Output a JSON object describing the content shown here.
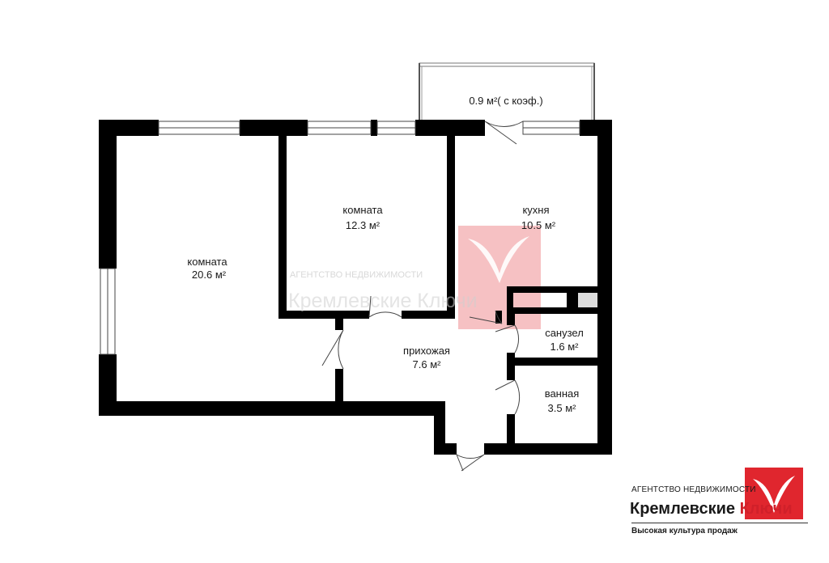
{
  "rooms": {
    "balcony": {
      "area": "0.9 м²( с коэф.)"
    },
    "room_large": {
      "name": "комната",
      "area": "20.6 м²"
    },
    "room_small": {
      "name": "комната",
      "area": "12.3 м²"
    },
    "kitchen": {
      "name": "кухня",
      "area": "10.5 м²"
    },
    "hallway": {
      "name": "прихожая",
      "area": "7.6 м²"
    },
    "toilet": {
      "name": "санузел",
      "area": "1.6 м²"
    },
    "bathroom": {
      "name": "ванная",
      "area": "3.5 м²"
    }
  },
  "watermark": {
    "small": "АГЕНТСТВО НЕДВИЖИМОСТИ",
    "big": "Кремлевские Ключи"
  },
  "logo": {
    "small": "АГЕНТСТВО НЕДВИЖИМОСТИ",
    "big_part1": "Кремлевские",
    "big_part2": "Ключи",
    "tagline": "Высокая культура продаж",
    "accent_color": "#e0262e"
  },
  "colors": {
    "wall": "#000000",
    "watermark": "#f2a7aa"
  }
}
